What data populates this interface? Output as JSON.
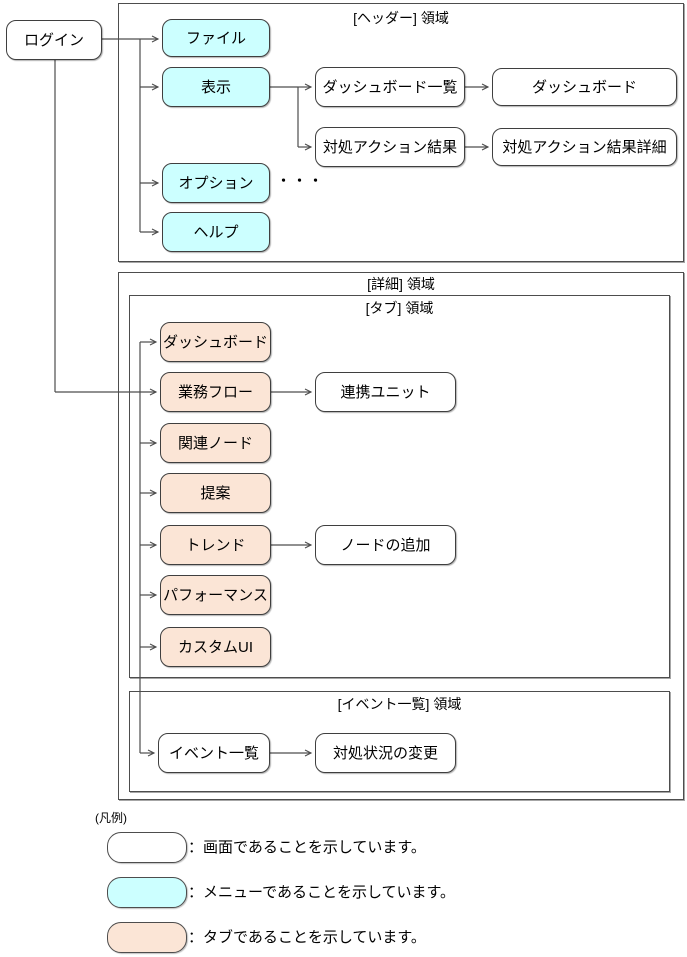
{
  "areas": {
    "header": "[ヘッダー] 領域",
    "detail": "[詳細] 領域",
    "tab": "[タブ] 領域",
    "event": "[イベント一覧] 領域"
  },
  "nodes": {
    "login": "ログイン",
    "menu_file": "ファイル",
    "menu_view": "表示",
    "menu_options": "オプション",
    "menu_help": "ヘルプ",
    "dashboard_list": "ダッシュボード一覧",
    "dashboard": "ダッシュボード",
    "action_result": "対処アクション結果",
    "action_result_detail": "対処アクション結果詳細",
    "tab_dashboard": "ダッシュボード",
    "tab_business_flow": "業務フロー",
    "link_unit": "連携ユニット",
    "tab_related_node": "関連ノード",
    "tab_proposal": "提案",
    "tab_trend": "トレンド",
    "add_node": "ノードの追加",
    "tab_performance": "パフォーマンス",
    "tab_custom_ui": "カスタムUI",
    "event_list": "イベント一覧",
    "change_status": "対処状況の変更"
  },
  "dots": "・・・",
  "legend": {
    "title": "(凡例)",
    "items": [
      {
        "type": "screen",
        "label": "：画面であることを示しています。"
      },
      {
        "type": "menu",
        "label": "：メニューであることを示しています。"
      },
      {
        "type": "tab",
        "label": "：タブであることを示しています。"
      }
    ]
  },
  "edges": [
    [
      "login",
      "menu_file"
    ],
    [
      "login",
      "menu_view"
    ],
    [
      "login",
      "menu_options"
    ],
    [
      "login",
      "menu_help"
    ],
    [
      "menu_view",
      "dashboard_list"
    ],
    [
      "menu_view",
      "action_result"
    ],
    [
      "dashboard_list",
      "dashboard"
    ],
    [
      "action_result",
      "action_result_detail"
    ],
    [
      "login",
      "tab_dashboard"
    ],
    [
      "login",
      "tab_business_flow"
    ],
    [
      "login",
      "tab_related_node"
    ],
    [
      "login",
      "tab_proposal"
    ],
    [
      "login",
      "tab_trend"
    ],
    [
      "login",
      "tab_performance"
    ],
    [
      "login",
      "tab_custom_ui"
    ],
    [
      "login",
      "event_list"
    ],
    [
      "tab_business_flow",
      "link_unit"
    ],
    [
      "tab_trend",
      "add_node"
    ],
    [
      "event_list",
      "change_status"
    ]
  ],
  "colors": {
    "screen_fill": "#ffffff",
    "menu_fill": "#ccffff",
    "tab_fill": "#fbe5d6",
    "line": "#4d4d4d"
  }
}
